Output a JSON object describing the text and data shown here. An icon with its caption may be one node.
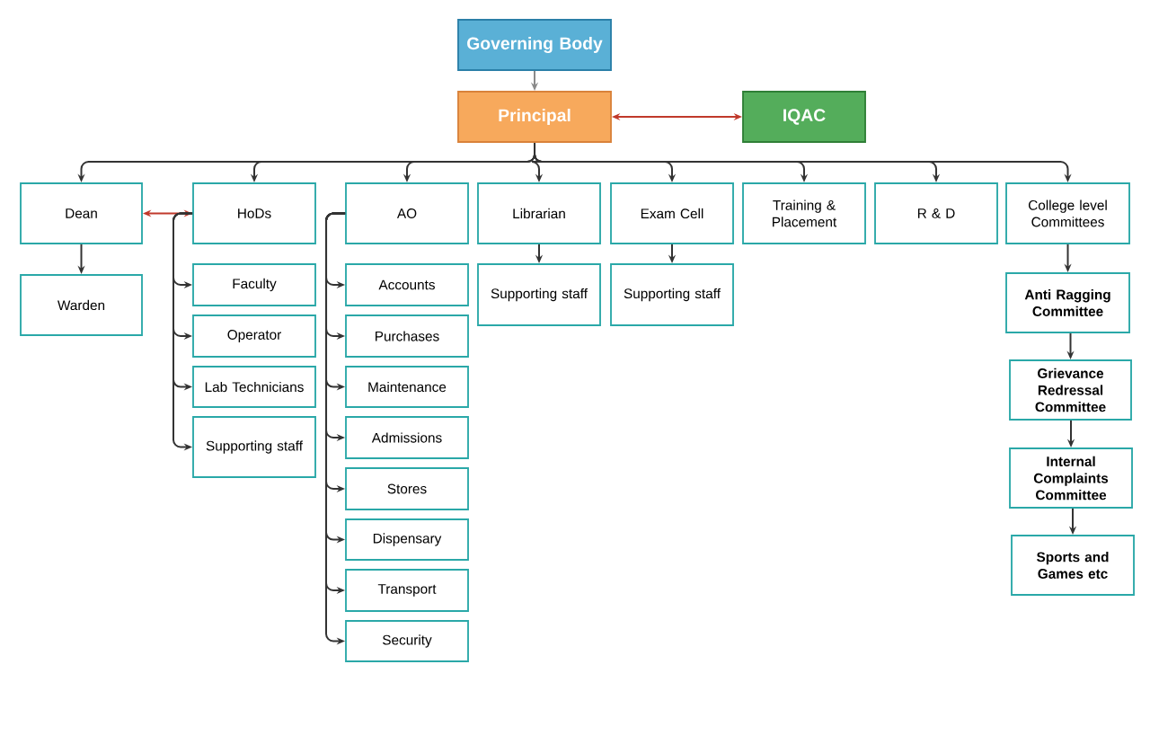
{
  "diagram": {
    "nodes": [
      {
        "text": [
          "Governing Body"
        ]
      },
      {
        "text": [
          "Principal"
        ]
      },
      {
        "text": [
          "IQAC"
        ]
      },
      {
        "text": [
          "Dean"
        ]
      },
      {
        "text": [
          "HoDs"
        ]
      },
      {
        "text": [
          "AO"
        ]
      },
      {
        "text": [
          "Librarian"
        ]
      },
      {
        "text": [
          "Exam Cell"
        ]
      },
      {
        "text": [
          "Training & Placement"
        ]
      },
      {
        "text": [
          "R & D"
        ]
      },
      {
        "text": [
          "College level Committees"
        ]
      },
      {
        "text": [
          "Warden"
        ]
      },
      {
        "text": [
          "Faculty"
        ]
      },
      {
        "text": [
          "Operator"
        ]
      },
      {
        "text": [
          "Lab Technicians"
        ]
      },
      {
        "text": [
          "Supporting staff"
        ]
      },
      {
        "text": [
          "Accounts"
        ]
      },
      {
        "text": [
          "Purchases"
        ]
      },
      {
        "text": [
          "Maintenance"
        ]
      },
      {
        "text": [
          "Admissions"
        ]
      },
      {
        "text": [
          "Stores"
        ]
      },
      {
        "text": [
          "Dispensary"
        ]
      },
      {
        "text": [
          "Transport"
        ]
      },
      {
        "text": [
          "Security"
        ]
      },
      {
        "text": [
          "Supporting staff"
        ]
      },
      {
        "text": [
          "Supporting staff"
        ]
      },
      {
        "text": [
          "Anti Ragging Committee"
        ]
      },
      {
        "text": [
          "Grievance Redressal Committee"
        ]
      },
      {
        "text": [
          "Internal Complaints Committee"
        ]
      },
      {
        "text": [
          "Sports and Games etc"
        ]
      }
    ],
    "edges": [
      {
        "from": 0,
        "to": 1,
        "arrow": "to",
        "color": "#8a8a8a"
      },
      {
        "from": 1,
        "to": 2,
        "arrow": "both",
        "color": "#c0392b"
      },
      {
        "from": 1,
        "to": 3,
        "arrow": "to"
      },
      {
        "from": 1,
        "to": 4,
        "arrow": "to"
      },
      {
        "from": 1,
        "to": 5,
        "arrow": "to"
      },
      {
        "from": 1,
        "to": 6,
        "arrow": "to"
      },
      {
        "from": 1,
        "to": 7,
        "arrow": "to"
      },
      {
        "from": 1,
        "to": 8,
        "arrow": "to"
      },
      {
        "from": 1,
        "to": 9,
        "arrow": "to"
      },
      {
        "from": 1,
        "to": 10,
        "arrow": "to"
      },
      {
        "from": 3,
        "to": 4,
        "arrow": "both",
        "color": "#c0392b"
      },
      {
        "from": 3,
        "to": 11,
        "arrow": "to"
      },
      {
        "from": 4,
        "to": 12,
        "arrow": "to"
      },
      {
        "from": 4,
        "to": 13,
        "arrow": "to"
      },
      {
        "from": 4,
        "to": 14,
        "arrow": "to"
      },
      {
        "from": 4,
        "to": 15,
        "arrow": "to"
      },
      {
        "from": 5,
        "to": 16,
        "arrow": "to"
      },
      {
        "from": 5,
        "to": 17,
        "arrow": "to"
      },
      {
        "from": 5,
        "to": 18,
        "arrow": "to"
      },
      {
        "from": 5,
        "to": 19,
        "arrow": "to"
      },
      {
        "from": 5,
        "to": 20,
        "arrow": "to"
      },
      {
        "from": 5,
        "to": 21,
        "arrow": "to"
      },
      {
        "from": 5,
        "to": 22,
        "arrow": "to"
      },
      {
        "from": 5,
        "to": 23,
        "arrow": "to"
      },
      {
        "from": 6,
        "to": 24,
        "arrow": "to"
      },
      {
        "from": 7,
        "to": 25,
        "arrow": "to"
      },
      {
        "from": 10,
        "to": 26,
        "arrow": "to"
      },
      {
        "from": 26,
        "to": 27,
        "arrow": "to"
      },
      {
        "from": 27,
        "to": 28,
        "arrow": "to"
      },
      {
        "from": 28,
        "to": 29,
        "arrow": "to"
      }
    ]
  }
}
